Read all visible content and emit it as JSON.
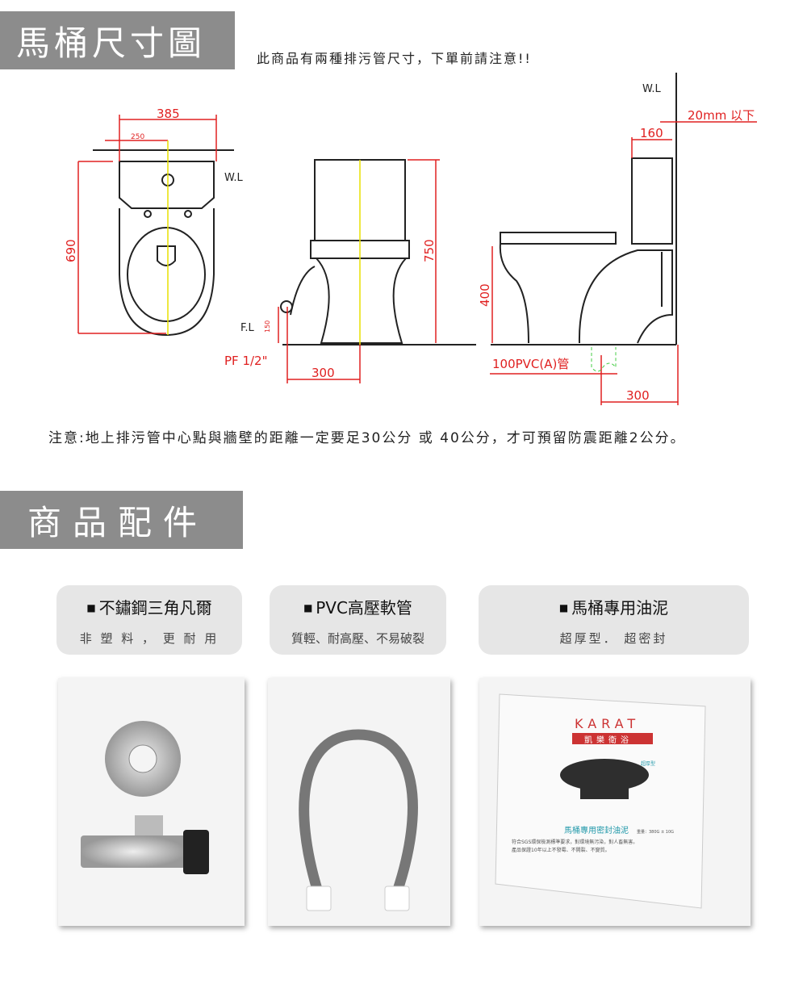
{
  "section1": {
    "title": "馬桶尺寸圖",
    "subtitle": "此商品有兩種排污管尺寸，下單前請注意!!"
  },
  "diagram": {
    "d385": "385",
    "d250": "250",
    "d690": "690",
    "d750": "750",
    "d150": "150",
    "d300a": "300",
    "d400": "400",
    "d160": "160",
    "d20": "20mm 以下",
    "d300b": "300",
    "wl": "W.L",
    "fl": "F.L",
    "pf": "PF 1/2\"",
    "pvc": "100PVC(A)管"
  },
  "note": "注意:地上排污管中心點與牆壁的距離一定要足30公分 或 40公分，才可預留防震距離2公分。",
  "section2": {
    "title": "商品配件"
  },
  "accessories": [
    {
      "title": "不鏽鋼三角凡爾",
      "desc": "非 塑 料 ， 更 耐 用"
    },
    {
      "title": "PVC高壓軟管",
      "desc": "質輕、耐高壓、不易破裂"
    },
    {
      "title": "馬桶專用油泥",
      "desc": "超厚型． 超密封"
    }
  ],
  "box": {
    "brand": "KARAT",
    "brand_cn": "凱樂衛浴",
    "product": "馬桶專用密封油泥",
    "badge": "超厚型",
    "weight": "重量：380G ± 10G",
    "line1": "符合SGS環保檢測標準要求，對環境無污染，對人畜無害。",
    "line2": "產品保證10年以上不發霉、不開裂、不變質。"
  },
  "colors": {
    "header": "#8c8c8c",
    "dimension": "#e02020",
    "card": "#e6e6e6"
  }
}
